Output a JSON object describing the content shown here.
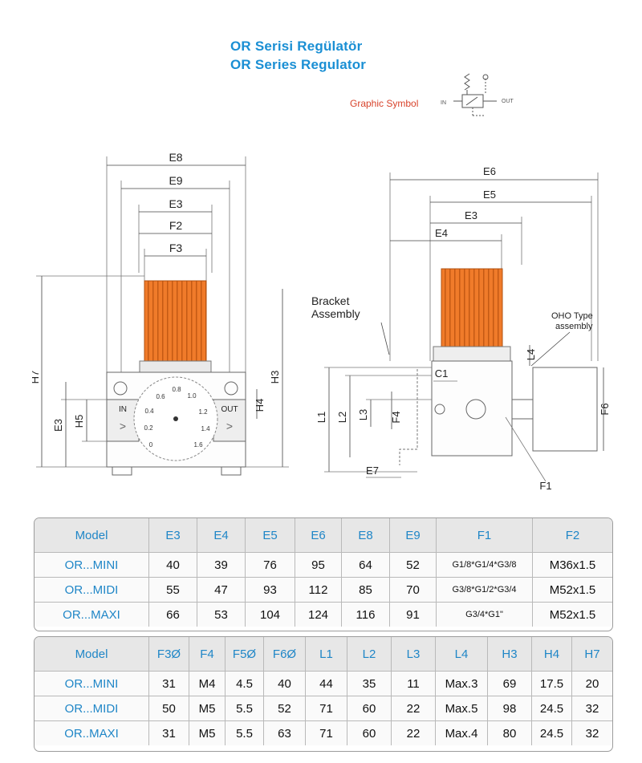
{
  "header": {
    "title_tr": "OR Serisi  Regülatör",
    "title_en": "OR Series Regulator",
    "graphic_symbol_label": "Graphic Symbol",
    "symbol_in": "IN",
    "symbol_out": "OUT"
  },
  "front_view": {
    "dims": [
      "E8",
      "E9",
      "E3",
      "F2",
      "F3",
      "H7",
      "H3",
      "E3",
      "H5",
      "H4"
    ],
    "port_in": "IN",
    "port_out": "OUT",
    "gauge_scale": [
      "0.6",
      "0.8",
      "1.0",
      "0.4",
      "1.2",
      "0.2",
      "1.4",
      "0",
      "1.6"
    ]
  },
  "side_view": {
    "dims": [
      "E6",
      "E5",
      "E3",
      "E4",
      "L4",
      "C1",
      "L1",
      "L2",
      "L3",
      "F4",
      "E7",
      "F6",
      "F1"
    ],
    "bracket_label_1": "Bracket",
    "bracket_label_2": "Assembly",
    "oho_label_1": "OHO Type",
    "oho_label_2": "assembly"
  },
  "table1": {
    "headers": [
      "Model",
      "E3",
      "E4",
      "E5",
      "E6",
      "E8",
      "E9",
      "F1",
      "F2"
    ],
    "rows": [
      [
        "OR...MINI",
        "40",
        "39",
        "76",
        "95",
        "64",
        "52",
        "G1/8*G1/4*G3/8",
        "M36x1.5"
      ],
      [
        "OR...MIDI",
        "55",
        "47",
        "93",
        "112",
        "85",
        "70",
        "G3/8*G1/2*G3/4",
        "M52x1.5"
      ],
      [
        "OR...MAXI",
        "66",
        "53",
        "104",
        "124",
        "116",
        "91",
        "G3/4*G1\"",
        "M52x1.5"
      ]
    ]
  },
  "table2": {
    "headers": [
      "Model",
      "F3Ø",
      "F4",
      "F5Ø",
      "F6Ø",
      "L1",
      "L2",
      "L3",
      "L4",
      "H3",
      "H4",
      "H7"
    ],
    "rows": [
      [
        "OR...MINI",
        "31",
        "M4",
        "4.5",
        "40",
        "44",
        "35",
        "11",
        "Max.3",
        "69",
        "17.5",
        "20"
      ],
      [
        "OR...MIDI",
        "50",
        "M5",
        "5.5",
        "52",
        "71",
        "60",
        "22",
        "Max.5",
        "98",
        "24.5",
        "32"
      ],
      [
        "OR..MAXI",
        "31",
        "M5",
        "5.5",
        "63",
        "71",
        "60",
        "22",
        "Max.4",
        "80",
        "24.5",
        "32"
      ]
    ]
  }
}
